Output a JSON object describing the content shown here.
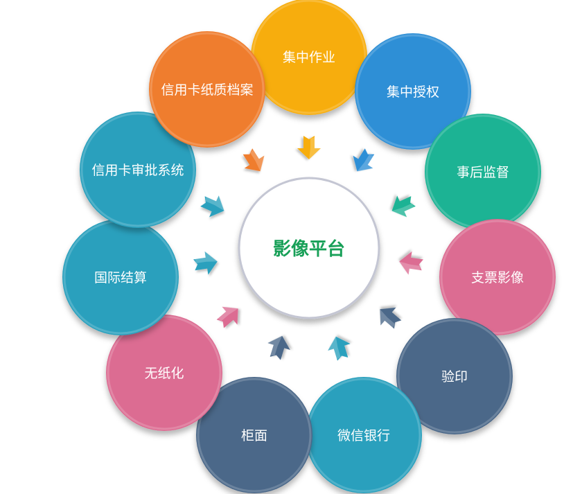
{
  "center": {
    "label": "影像平台",
    "label_color": "#18a058",
    "ring_color": "#c4c6d3"
  },
  "nodes": [
    {
      "label": "集中作业",
      "color": "#f7ad0c",
      "arrow_color": "#f7ad0c"
    },
    {
      "label": "集中授权",
      "color": "#2d8fd6",
      "arrow_color": "#2d8fd6"
    },
    {
      "label": "事后监督",
      "color": "#1db394",
      "arrow_color": "#1db394"
    },
    {
      "label": "支票影像",
      "color": "#dc6c92",
      "arrow_color": "#dc6c92"
    },
    {
      "label": "验印",
      "color": "#4b6889",
      "arrow_color": "#4b6889"
    },
    {
      "label": "微信银行",
      "color": "#2aa0bd",
      "arrow_color": "#2aa0bd"
    },
    {
      "label": "柜面",
      "color": "#4b6889",
      "arrow_color": "#4b6889"
    },
    {
      "label": "无纸化",
      "color": "#dc6c92",
      "arrow_color": "#dc6c92"
    },
    {
      "label": "国际结算",
      "color": "#2aa0bd",
      "arrow_color": "#2aa0bd"
    },
    {
      "label": "信用卡审批系统",
      "color": "#2aa0bd",
      "arrow_color": "#2aa0bd"
    },
    {
      "label": "信用卡纸质档案",
      "color": "#ef7d2f",
      "arrow_color": "#ef7d2f"
    }
  ]
}
